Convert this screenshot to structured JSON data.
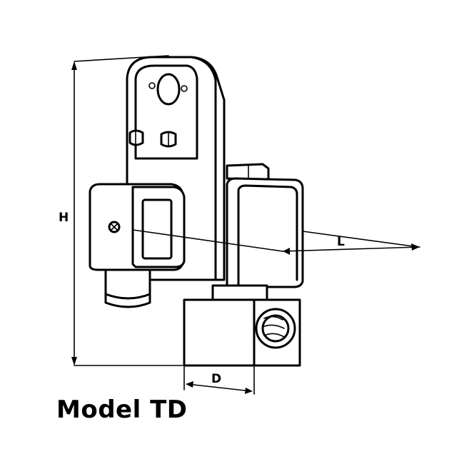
{
  "caption": "Model TD",
  "dimensions": {
    "height_label": "H",
    "length_label": "L",
    "diameter_label": "D"
  }
}
